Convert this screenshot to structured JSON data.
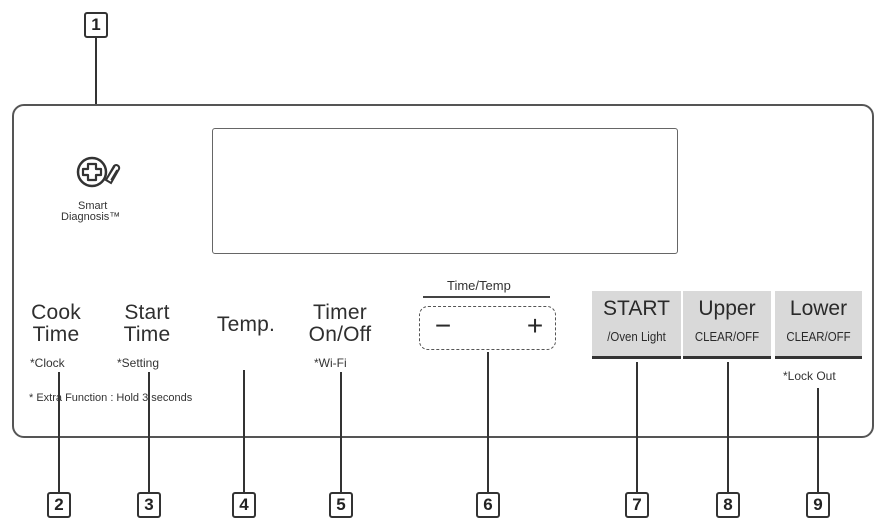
{
  "callouts": [
    "1",
    "2",
    "3",
    "4",
    "5",
    "6",
    "7",
    "8",
    "9"
  ],
  "smart_diagnosis": {
    "line1": "Smart",
    "line2": "Diagnosis™"
  },
  "keys": {
    "cook_time": {
      "line1": "Cook",
      "line2": "Time",
      "sub": "*Clock"
    },
    "start_time": {
      "line1": "Start",
      "line2": "Time",
      "sub": "*Setting"
    },
    "temp": {
      "label": "Temp."
    },
    "timer": {
      "line1": "Timer",
      "line2": "On/Off",
      "sub": "*Wi-Fi"
    },
    "time_temp": {
      "label": "Time/Temp",
      "minus": "−",
      "plus": "+"
    },
    "start": {
      "main": "START",
      "small": "/Oven Light"
    },
    "upper": {
      "main": "Upper",
      "small": "CLEAR/OFF"
    },
    "lower": {
      "main": "Lower",
      "small": "CLEAR/OFF",
      "sub": "*Lock Out"
    }
  },
  "extra_function_note": "* Extra Function : Hold 3 seconds",
  "colors": {
    "key_gray": "#d9d9d9",
    "outline": "#555555"
  }
}
